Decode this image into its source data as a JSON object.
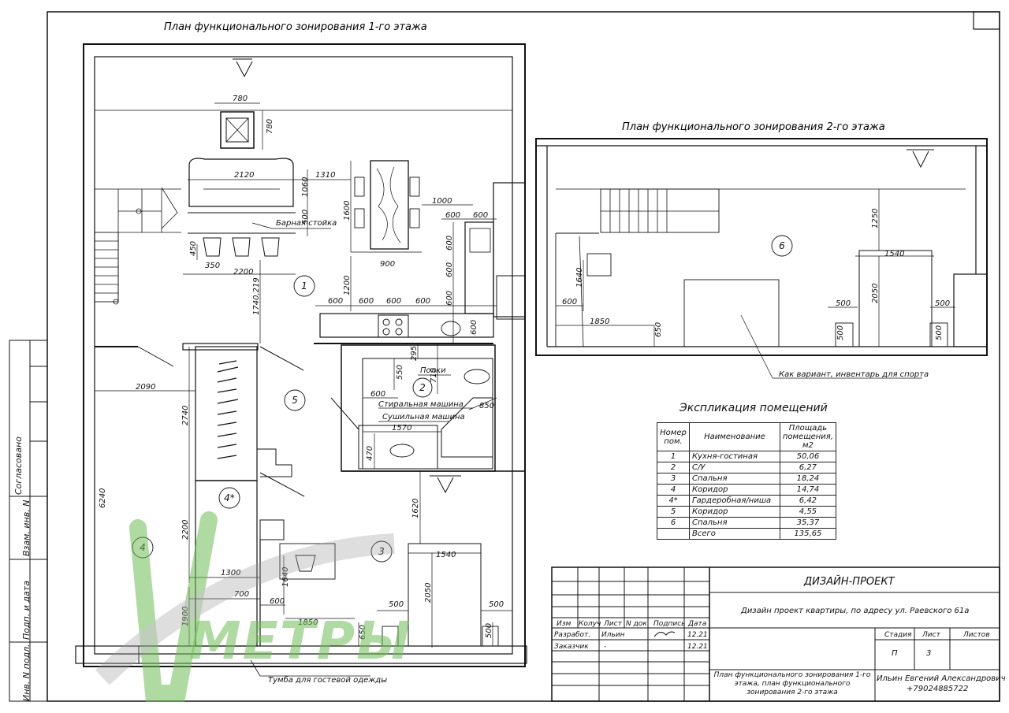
{
  "plans": {
    "floor1_title": "План функционального зонирования 1-го этажа",
    "floor2_title": "План функционального зонирования 2-го этажа"
  },
  "labels": {
    "bar_counter": "Барная стойка",
    "shelves": "Полки",
    "washing_machine": "Стиральная машина",
    "dryer": "Сушильная машина",
    "guest_cabinet": "Тумба для гостевой одежды",
    "sport_note": "Как вариант, инвентарь для спорта"
  },
  "room_numbers": [
    "1",
    "2",
    "3",
    "4",
    "4*",
    "5",
    "6"
  ],
  "dimensions": {
    "d780a": "780",
    "d780b": "780",
    "d2120": "2120",
    "d1310": "1310",
    "d1060": "1060",
    "d500a": "500",
    "d1600": "1600",
    "d1000": "1000",
    "d600a": "600",
    "d600b": "600",
    "d600c": "600",
    "d600d": "600",
    "d900": "900",
    "d450": "450",
    "d350": "350",
    "d2200a": "2200",
    "d1200": "1200",
    "d1740": "1740,219",
    "d600e": "600",
    "d600f": "600",
    "d600g": "600",
    "d600h": "600",
    "d600i": "600",
    "d295": "295",
    "d550": "550",
    "d710": "710",
    "d600j": "600",
    "d850": "850",
    "d1570": "1570",
    "d470": "470",
    "d2090": "2090",
    "d2740": "2740",
    "d6240": "6240",
    "d2200b": "2200",
    "d1620": "1620",
    "d1300": "1300",
    "d700": "700",
    "d1640a": "1640",
    "d600k": "600",
    "d1850a": "1850",
    "d500b": "500",
    "d1540a": "1540",
    "d2050a": "2050",
    "d500c": "500",
    "d500d": "500",
    "d650a": "650",
    "d1900": "1900",
    "d1250": "1250",
    "d1540b": "1540",
    "d1640b": "1640",
    "d600l": "600",
    "d1850b": "1850",
    "d650b": "650",
    "d500e": "500",
    "d2050b": "2050",
    "d500f": "500",
    "d500g": "500",
    "d500h": "500"
  },
  "explication": {
    "title": "Экспликация помещений",
    "headers": [
      "Номер пом.",
      "Наименование",
      "Площадь помещения, м2"
    ],
    "rows": [
      [
        "1",
        "Кухня-гостиная",
        "50,06"
      ],
      [
        "2",
        "С/У",
        "6,27"
      ],
      [
        "3",
        "Спальня",
        "18,24"
      ],
      [
        "4",
        "Коридор",
        "14,74"
      ],
      [
        "4*",
        "Гардеробная/ниша",
        "6,42"
      ],
      [
        "5",
        "Коридор",
        "4,55"
      ],
      [
        "6",
        "Спальня",
        "35,37"
      ],
      [
        "",
        "Всего",
        "135,65"
      ]
    ]
  },
  "title_block": {
    "project": "ДИЗАЙН-ПРОЕКТ",
    "description": "Дизайн проект квартиры, по адресу ул. Раевского 61а",
    "col_headers": [
      "Изм",
      "Колуч",
      "Лист",
      "N док",
      "Подпись",
      "Дата"
    ],
    "role_dev": "Разработ.",
    "dev_name": "Ильин",
    "dev_date": "12.21",
    "role_client": "Заказчик",
    "client_dash": "-",
    "client_date": "12.21",
    "stage_label": "Стадия",
    "sheet_label": "Лист",
    "sheets_label": "Листов",
    "stage_value": "П",
    "sheet_value": "3",
    "sheet_title": "План функционального зонирования 1-го этажа, план функционального зонирования 2-го этажа",
    "author": "Ильин Евгений Александрович",
    "phone": "+79024885722"
  },
  "side_stamp": {
    "agreed": "Согласовано",
    "replace_inv": "Взам. инв. N",
    "sign_date": "Подп. и дата",
    "inv_orig": "Инв. N подл."
  },
  "watermark": {
    "text": "МЕТРЫ",
    "color": "#6fbf57"
  }
}
